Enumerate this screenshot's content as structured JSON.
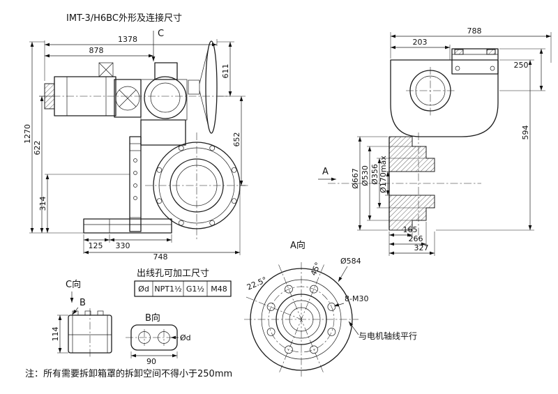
{
  "title": "IMT-3/H6BC外形及连接尺寸",
  "note": "注：所有需要拆卸箱罩的拆卸空间不得小于250mm",
  "front_view": {
    "view_label_c": "C",
    "dim_1378": "1378",
    "dim_878": "878",
    "dim_611": "611",
    "dim_652": "652",
    "dim_1270": "1270",
    "dim_622": "622",
    "dim_314": "314",
    "dim_125": "125",
    "dim_330": "330",
    "dim_748": "748"
  },
  "side_view": {
    "section_label": "A",
    "dim_788": "788",
    "dim_203": "203",
    "dim_250": "250",
    "dim_594": "594",
    "dia_667": "Ø667",
    "dia_530": "Ø530",
    "dia_356": "Ø356",
    "dia_170": "Ø170max",
    "dim_165": "165",
    "dim_266": "266",
    "dim_327": "327"
  },
  "a_view": {
    "label": "A向",
    "dia_584": "Ø584",
    "bolt_spec": "8-M30",
    "angle_45": "45°",
    "angle_22_5": "22.5°",
    "axis_note": "与电机轴线平行"
  },
  "outlet_table": {
    "title": "出线孔可加工尺寸",
    "cells": [
      "Ød",
      "NPT1½",
      "G1½",
      "M48"
    ]
  },
  "c_view": {
    "label": "C向",
    "label_b": "B",
    "dim_114": "114"
  },
  "b_view": {
    "label": "B向",
    "dia_label": "Ød",
    "dim_90": "90"
  }
}
